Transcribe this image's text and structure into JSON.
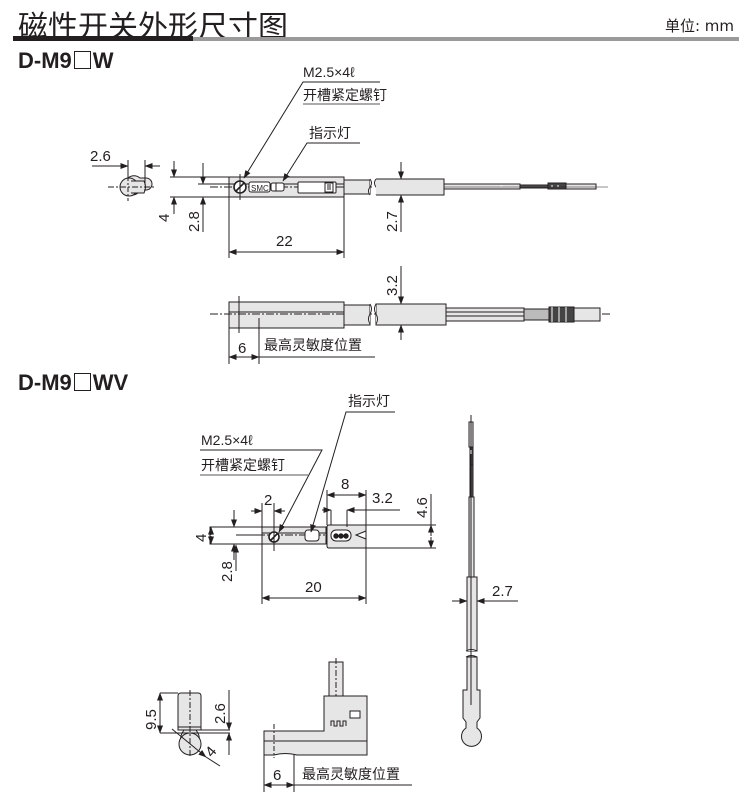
{
  "header": {
    "title": "磁性开关外形尺寸图",
    "unit_label": "单位: mm"
  },
  "colors": {
    "ink": "#231f20",
    "part_fill": "#e6e6e6",
    "rule_gray": "#9a9a9a"
  },
  "sections": [
    {
      "model_prefix": "D-M9",
      "model_suffix": "W",
      "screw_spec": "M2.5×4ℓ",
      "screw_name": "开槽紧定螺钉",
      "indicator_label": "指示灯",
      "body_marking": "SMC",
      "sensing_label": "最高灵敏度位置",
      "dimensions": {
        "end_view_width": "2.6",
        "height_total": "4",
        "height_body": "2.8",
        "length": "22",
        "cable_dia": "2.7",
        "side_height": "3.2",
        "sensing_pos": "6"
      }
    },
    {
      "model_prefix": "D-M9",
      "model_suffix": "WV",
      "screw_spec": "M2.5×4ℓ",
      "screw_name": "开槽紧定螺钉",
      "indicator_label": "指示灯",
      "sensing_label": "最高灵敏度位置",
      "dimensions": {
        "screw_offset": "2",
        "connector_len": "8",
        "connector_offset": "3.2",
        "connector_height": "4.6",
        "height_total": "4",
        "height_body": "2.8",
        "length": "20",
        "cable_dia": "2.7",
        "end_height": "9.5",
        "end_top": "2.6",
        "end_dia": "4",
        "sensing_pos": "6"
      }
    }
  ]
}
